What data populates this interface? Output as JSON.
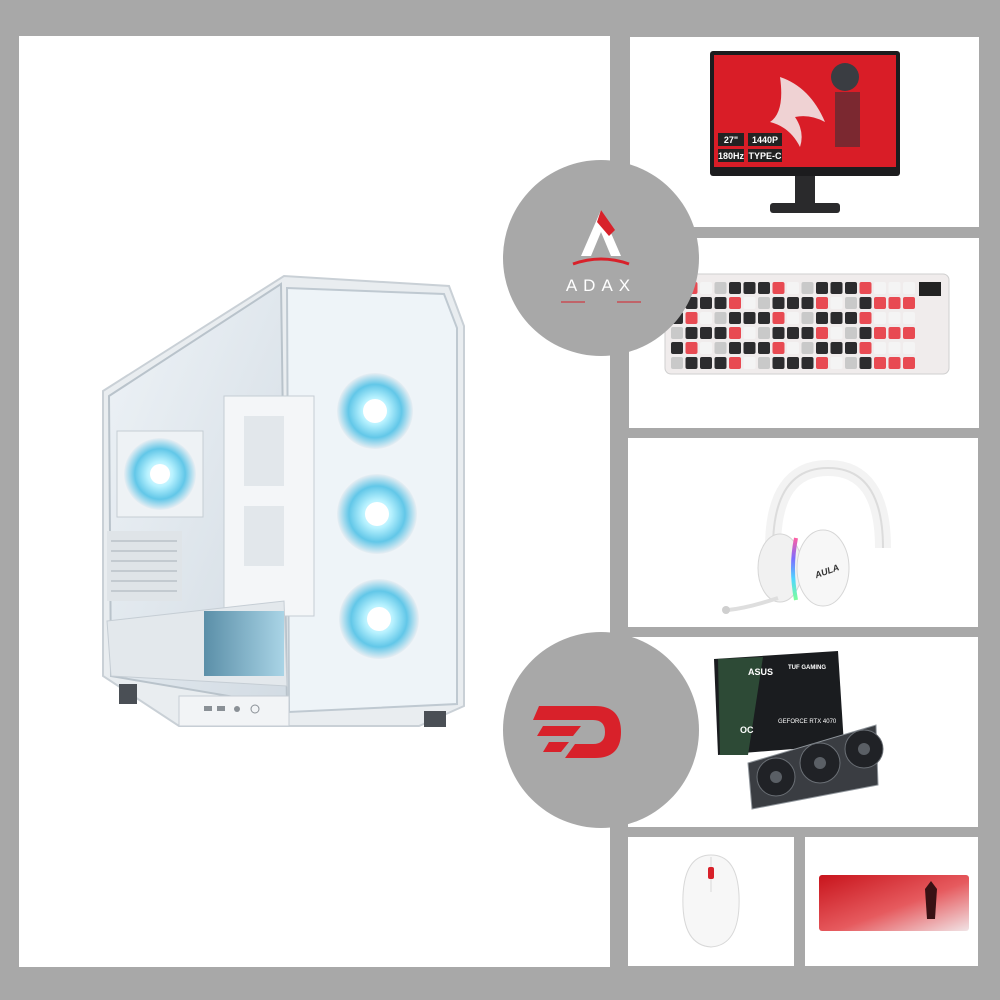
{
  "brand": {
    "top_logo_text": "ADAX",
    "accent": "#d8212a",
    "background": "#a8a8a8"
  },
  "products": {
    "pc_case": {
      "icon": "white-pc-case-icon"
    },
    "monitor": {
      "icon": "gaming-monitor-icon",
      "specs": [
        "27\"",
        "1440P",
        "180Hz",
        "TYPE-C"
      ]
    },
    "keyboard": {
      "icon": "mechanical-keyboard-icon"
    },
    "headset": {
      "icon": "white-gaming-headset-icon",
      "brand_text": "AULA"
    },
    "gpu": {
      "icon": "graphics-card-icon",
      "box_brand": "ASUS",
      "box_series": "TUF GAMING",
      "box_model": "GEFORCE RTX 4070",
      "box_edition": "OC"
    },
    "mouse": {
      "icon": "white-gaming-mouse-icon"
    },
    "mousepad": {
      "icon": "red-mousepad-icon"
    }
  }
}
